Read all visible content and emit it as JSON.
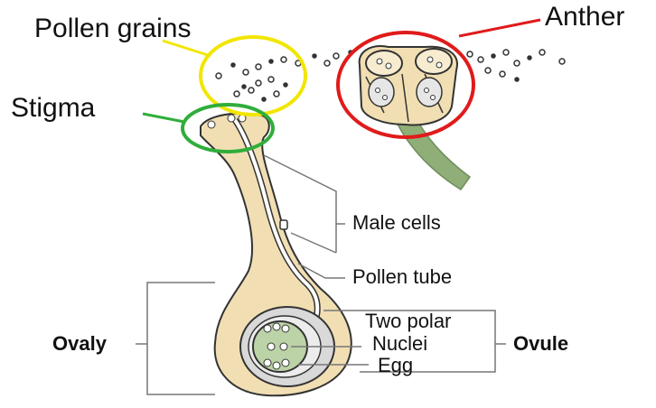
{
  "labels": {
    "pollen_grains": "Pollen grains",
    "anther": "Anther",
    "stigma": "Stigma",
    "male_cells": "Male cells",
    "pollen_tube": "Pollen tube",
    "two_polar": "Two polar",
    "nuclei": "Nuclei",
    "egg": "Egg",
    "ovaly": "Ovaly",
    "ovule": "Ovule"
  },
  "colors": {
    "pollen_circle": "#f2e600",
    "anther_circle": "#e01b1b",
    "stigma_circle": "#2fae3a",
    "tissue": "#f1dfb3",
    "tissue_outline": "#3a3a3a",
    "stalk": "#8fae78",
    "ovule_fill": "#d9d9d9",
    "embryo_sac": "#bcd3a8"
  }
}
